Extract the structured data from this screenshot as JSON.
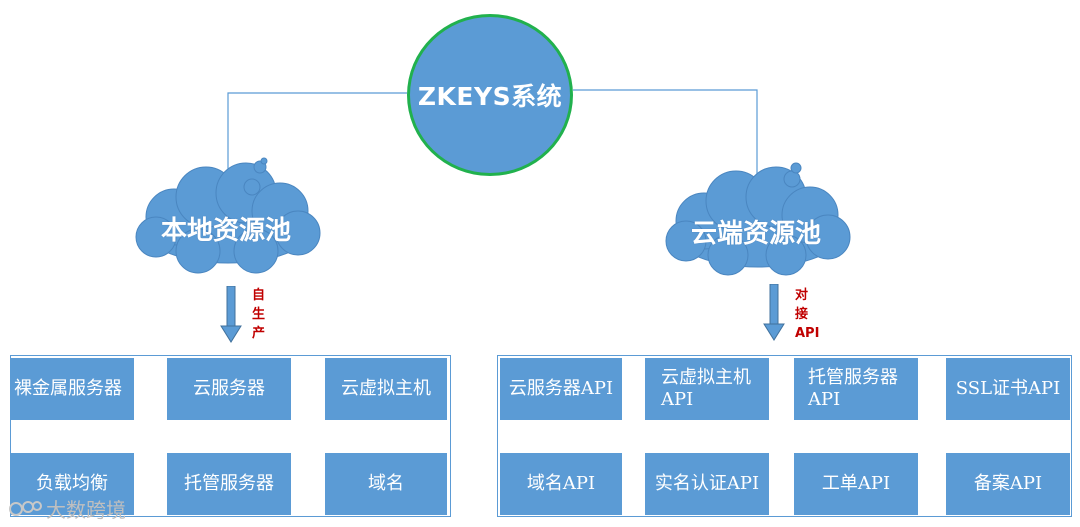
{
  "center": {
    "title": "ZKEYS系统"
  },
  "clouds": {
    "local": {
      "label": "本地资源池"
    },
    "cloud": {
      "label": "云端资源池"
    }
  },
  "arrows": {
    "left": {
      "label": "自\n生\n产"
    },
    "right": {
      "label": "对\n接\nAPI"
    }
  },
  "left_panel": {
    "boxes": [
      "裸金属服务器",
      "云服务器",
      "云虚拟主机",
      "负载均衡",
      "托管服务器",
      "域名"
    ]
  },
  "right_panel": {
    "boxes": [
      "云服务器API",
      "云虚拟主机\nAPI",
      "托管服务器\nAPI",
      "SSL证书API",
      "域名API",
      "实名认证API",
      "工单API",
      "备案API"
    ]
  },
  "watermark": {
    "text": "大数跨境"
  },
  "colors": {
    "box": "#5b9bd5",
    "circle_border": "#21b14d",
    "arrow_text": "#c00000"
  }
}
